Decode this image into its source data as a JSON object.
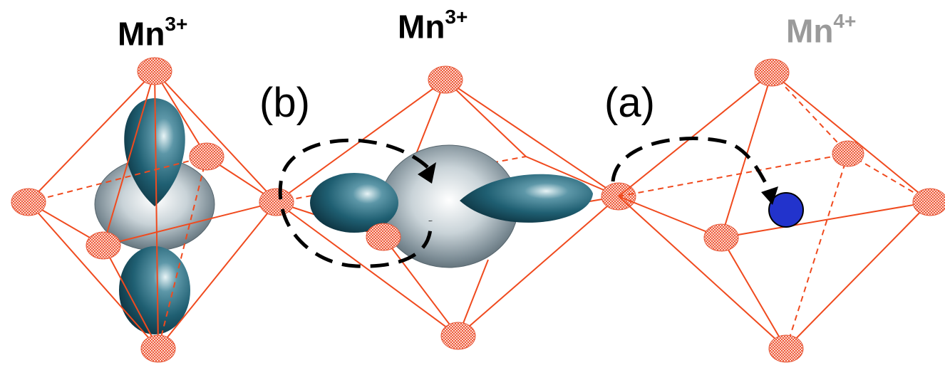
{
  "ions": [
    {
      "element": "Mn",
      "charge": "3+",
      "color": "#000000"
    },
    {
      "element": "Mn",
      "charge": "3+",
      "color": "#000000"
    },
    {
      "element": "Mn",
      "charge": "4+",
      "color": "#9a9a9a"
    }
  ],
  "path_labels": {
    "b": "(b)",
    "a": "(a)"
  },
  "colors": {
    "bond": "#f04a1e",
    "ligand": "#f07a60",
    "orbital_lobe": "#1f5f72",
    "orbital_torus": "#c9d3d8",
    "electron": "#2233cc",
    "path": "#000000"
  }
}
